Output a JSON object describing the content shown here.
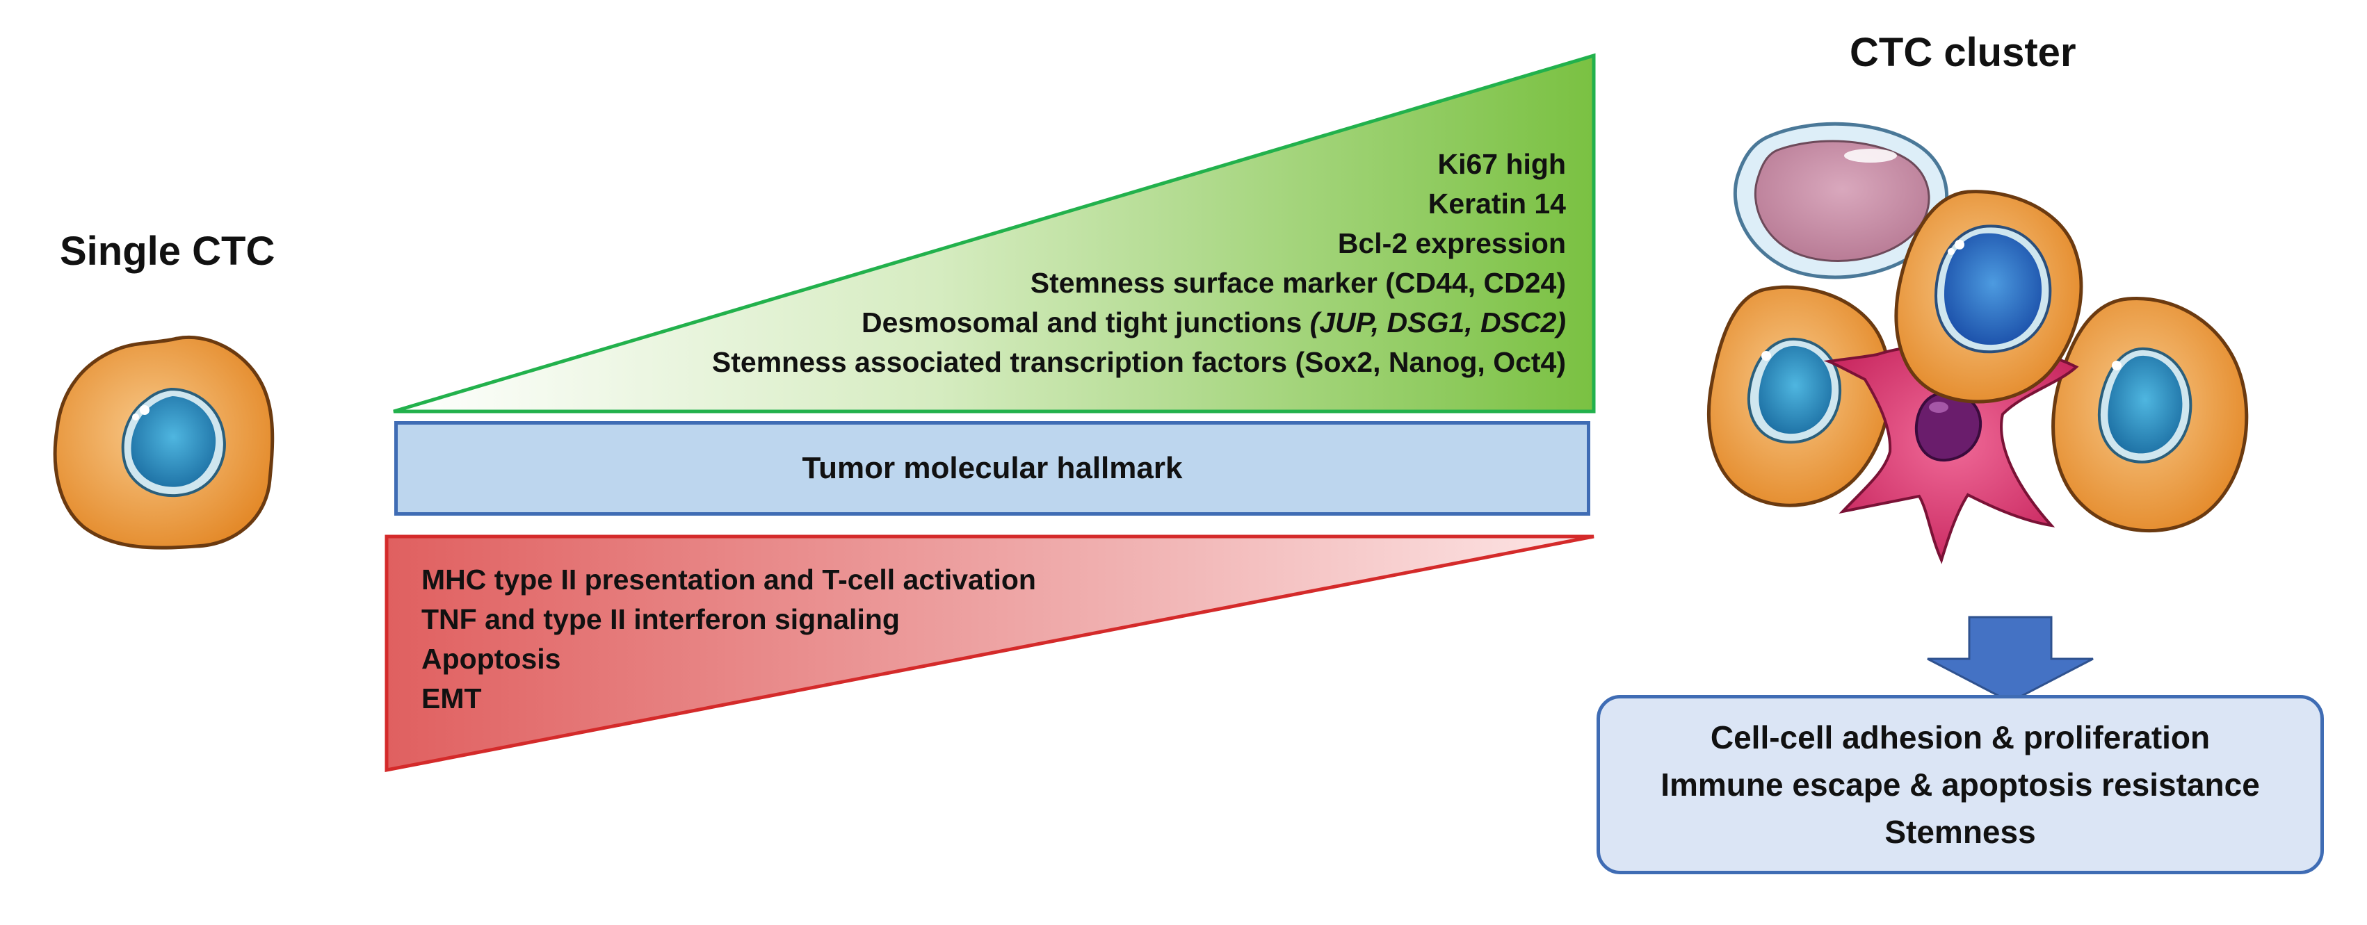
{
  "single_ctc": {
    "title": "Single CTC"
  },
  "cluster": {
    "title": "CTC cluster"
  },
  "upregulated": {
    "items": [
      {
        "pre": "Ki67 high",
        "ital": ""
      },
      {
        "pre": "Keratin 14",
        "ital": ""
      },
      {
        "pre": "Bcl-2 expression",
        "ital": ""
      },
      {
        "pre": "Stemness surface marker (CD44, CD24)",
        "ital": ""
      },
      {
        "pre": "Desmosomal and tight junctions ",
        "ital": "(JUP, DSG1, DSC2)"
      },
      {
        "pre": "Stemness associated transcription factors (Sox2, Nanog, Oct4)",
        "ital": ""
      }
    ]
  },
  "hallmark": {
    "label": "Tumor molecular hallmark"
  },
  "downregulated": {
    "items": [
      "MHC type II presentation and T-cell activation",
      "TNF and type II interferon signaling",
      "Apoptosis",
      "EMT"
    ]
  },
  "outcomes": {
    "items": [
      "Cell-cell adhesion & proliferation",
      "Immune escape & apoptosis resistance",
      "Stemness"
    ]
  },
  "colors": {
    "green_fill_dark": "#7ac142",
    "green_border": "#22b14c",
    "red_fill_dark": "#e06060",
    "red_border": "#d42a2a",
    "band_fill": "#bdd6ee",
    "band_border": "#3f6cb4",
    "arrow": "#4472c4",
    "cell_body": "#f3a64f",
    "nucleus": "#2a93c4",
    "fibroblast": "#e8447e",
    "platelet": "#c591a8"
  },
  "icons": [
    "single-ctc-cell-icon",
    "ctc-cluster-icon",
    "down-arrow-icon"
  ]
}
